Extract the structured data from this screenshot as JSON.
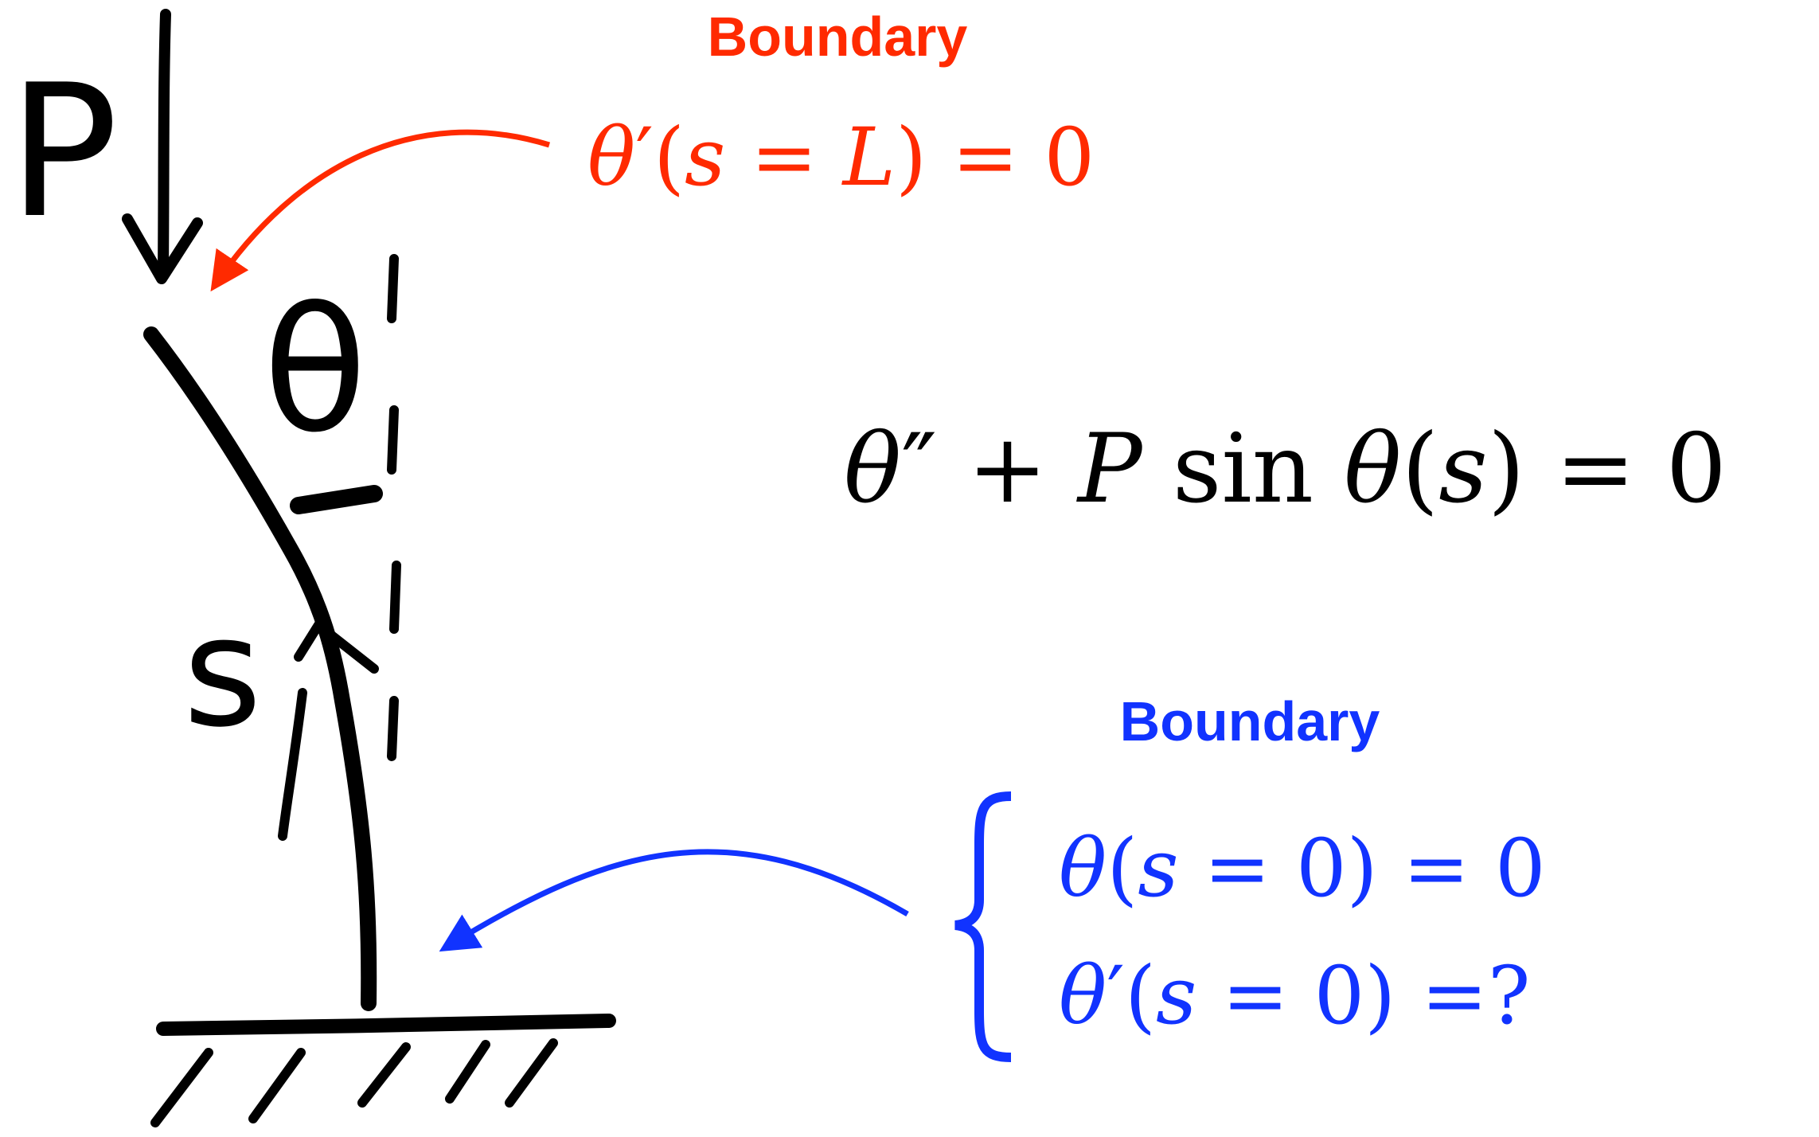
{
  "sketch": {
    "load_label": "P",
    "angle_label": "θ",
    "arc_label": "s"
  },
  "top_boundary": {
    "title": "Boundary",
    "condition": {
      "theta": "θ",
      "prime": "′",
      "open": "(",
      "var": "s",
      "eq1": " = ",
      "value_var": "L",
      "close": ")",
      "eq2": " = ",
      "rhs": "0"
    },
    "color": "#ff2a00"
  },
  "equation": {
    "theta": "θ",
    "primes": "″",
    "plus": " + ",
    "P": "P",
    "sin": " sin ",
    "theta2": "θ",
    "open": "(",
    "var": "s",
    "close": ")",
    "eq": " = ",
    "rhs": "0",
    "color": "#000000"
  },
  "bottom_boundary": {
    "title": "Boundary",
    "brace": "{",
    "line1": {
      "theta": "θ",
      "open": "(",
      "var": "s",
      "eq1": " = ",
      "val": "0",
      "close": ")",
      "eq2": " = ",
      "rhs": "0"
    },
    "line2": {
      "theta": "θ",
      "prime": "′",
      "open": "(",
      "var": "s",
      "eq1": " = ",
      "val": "0",
      "close": ")",
      "eq2": " =",
      "rhs": "?"
    },
    "color": "#1133ff"
  }
}
